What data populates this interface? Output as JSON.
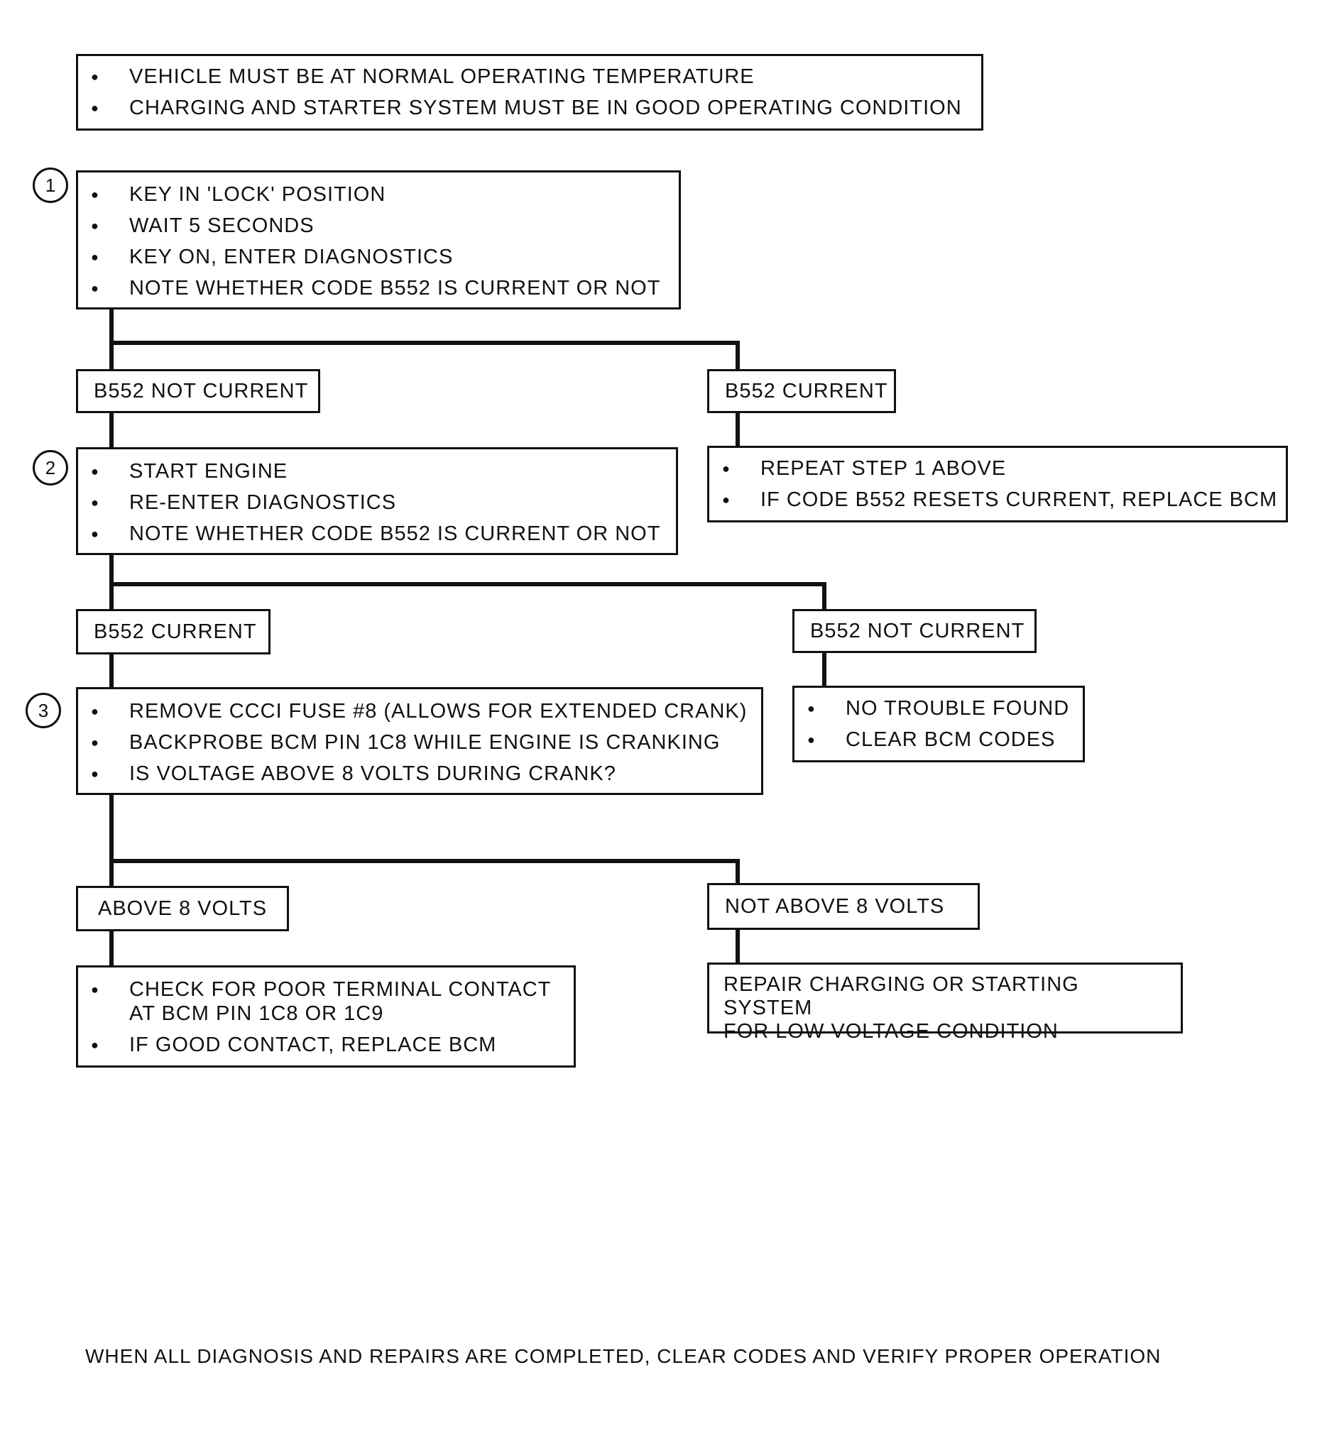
{
  "preconditions": [
    "VEHICLE MUST BE AT NORMAL OPERATING TEMPERATURE",
    "CHARGING AND STARTER SYSTEM MUST BE IN GOOD OPERATING CONDITION"
  ],
  "step1": {
    "number": "1",
    "items": [
      "KEY IN 'LOCK' POSITION",
      "WAIT 5 SECONDS",
      "KEY ON, ENTER DIAGNOSTICS",
      "NOTE WHETHER CODE B552 IS CURRENT OR NOT"
    ],
    "left_label": "B552 NOT CURRENT",
    "right_label": "B552 CURRENT",
    "right_action": [
      "REPEAT STEP 1 ABOVE",
      "IF CODE B552 RESETS CURRENT, REPLACE BCM"
    ]
  },
  "step2": {
    "number": "2",
    "items": [
      "START ENGINE",
      "RE-ENTER DIAGNOSTICS",
      "NOTE WHETHER CODE B552 IS CURRENT OR NOT"
    ],
    "left_label": "B552 CURRENT",
    "right_label": "B552 NOT CURRENT",
    "right_action": [
      "NO TROUBLE FOUND",
      "CLEAR BCM CODES"
    ]
  },
  "step3": {
    "number": "3",
    "items": [
      "REMOVE CCCI FUSE #8 (ALLOWS FOR EXTENDED CRANK)",
      "BACKPROBE BCM PIN 1C8 WHILE ENGINE IS CRANKING",
      "IS VOLTAGE ABOVE 8 VOLTS DURING CRANK?"
    ],
    "left_label": "ABOVE 8 VOLTS",
    "right_label": "NOT ABOVE 8 VOLTS",
    "left_action": {
      "item1_line1": "CHECK FOR POOR TERMINAL CONTACT",
      "item1_line2": "AT BCM PIN 1C8 OR 1C9",
      "item2": "IF GOOD CONTACT, REPLACE BCM"
    },
    "right_action": {
      "line1": "REPAIR CHARGING OR STARTING SYSTEM",
      "line2": "FOR LOW VOLTAGE CONDITION"
    }
  },
  "footer": "WHEN ALL DIAGNOSIS AND REPAIRS ARE COMPLETED, CLEAR CODES AND VERIFY PROPER OPERATION"
}
